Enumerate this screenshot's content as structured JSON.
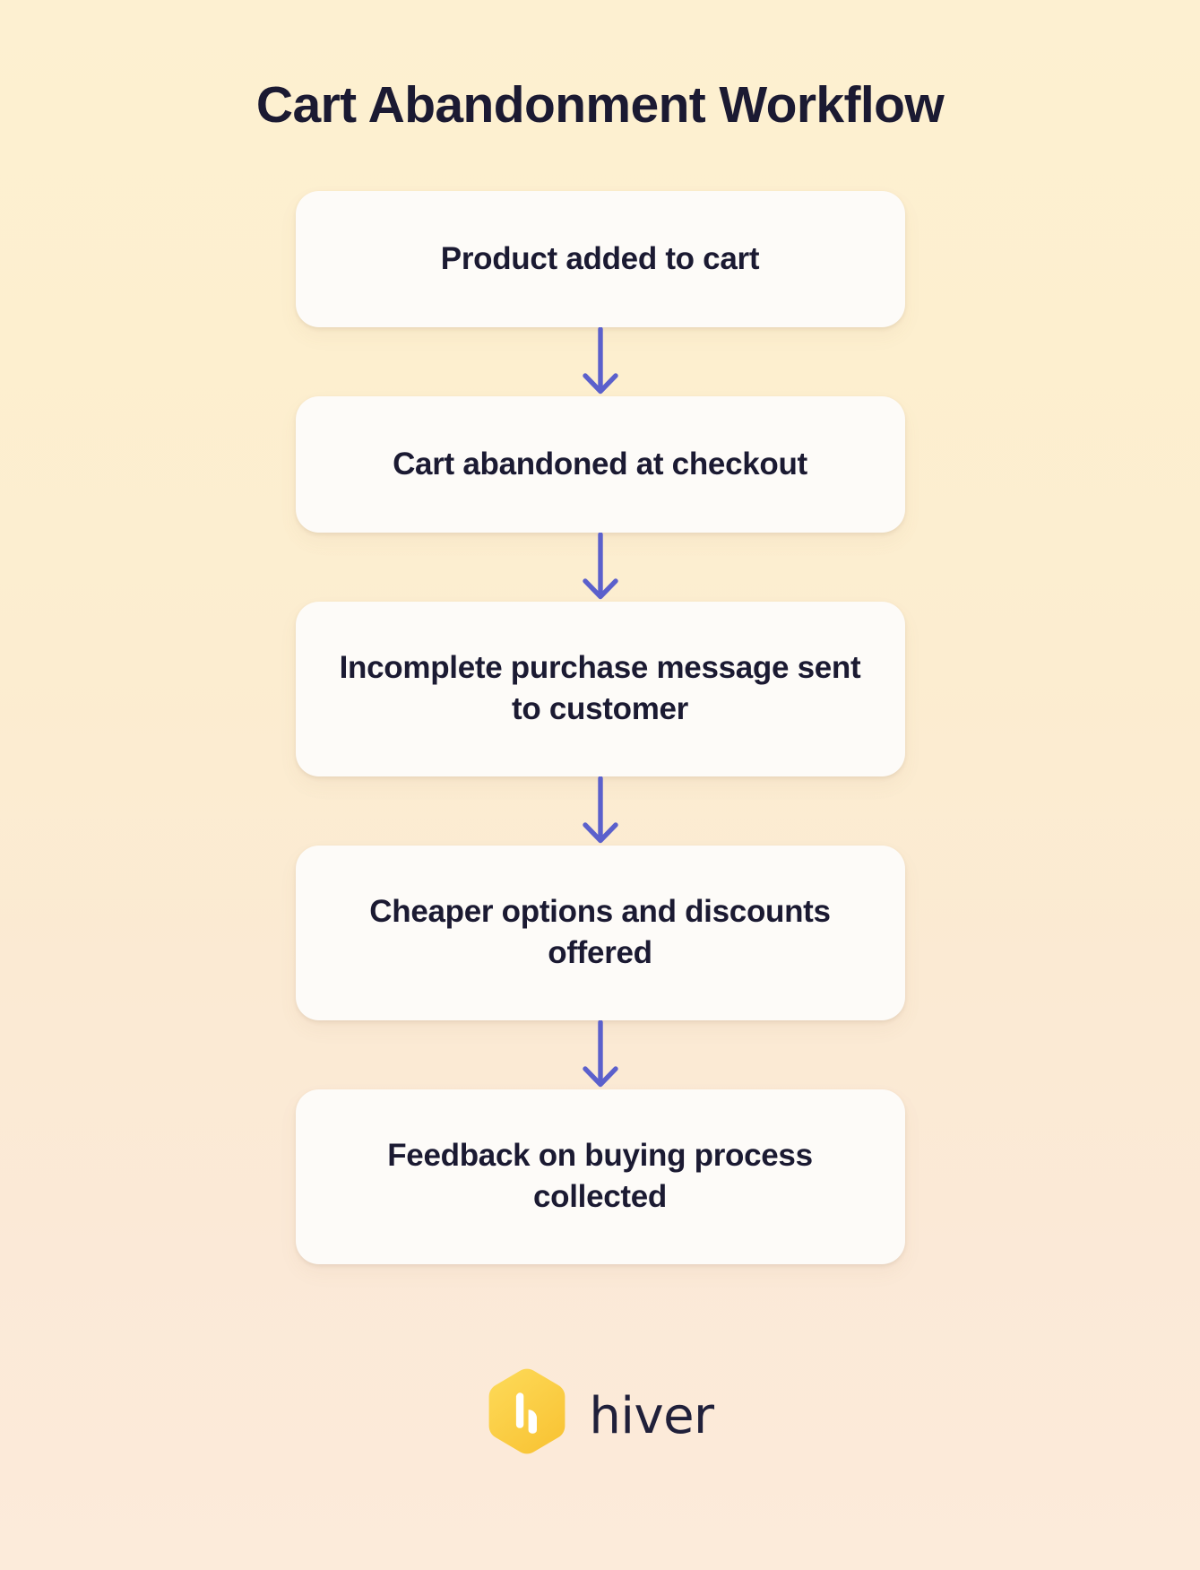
{
  "page": {
    "title": "Cart Abandonment Workflow",
    "background_top": "#FDF0D1",
    "background_bottom": "#FCEBDA",
    "text_color": "#1B1A32"
  },
  "flow": {
    "accent_color": "#5B60CC",
    "node_fill": "#FDFBF8",
    "steps": [
      {
        "id": "step-1",
        "label": "Product added to cart",
        "lines": 1
      },
      {
        "id": "step-2",
        "label": "Cart abandoned at checkout",
        "lines": 1
      },
      {
        "id": "step-3",
        "label": "Incomplete purchase message sent to customer",
        "lines": 2
      },
      {
        "id": "step-4",
        "label": "Cheaper options and discounts offered",
        "lines": 2
      },
      {
        "id": "step-5",
        "label": "Feedback on buying process collected",
        "lines": 2
      }
    ],
    "connectors": [
      {
        "id": "connector-1-2",
        "icon": "down-arrow-icon"
      },
      {
        "id": "connector-2-3",
        "icon": "down-arrow-icon"
      },
      {
        "id": "connector-3-4",
        "icon": "down-arrow-icon"
      },
      {
        "id": "connector-4-5",
        "icon": "down-arrow-icon"
      }
    ]
  },
  "footer": {
    "brand_name": "hiver",
    "logo_icon": "hiver-hexagon-logo-icon",
    "logo_hex_color": "#FBCE45",
    "logo_glyph_color": "#FFFFFF",
    "wordmark_color": "#20203A"
  }
}
